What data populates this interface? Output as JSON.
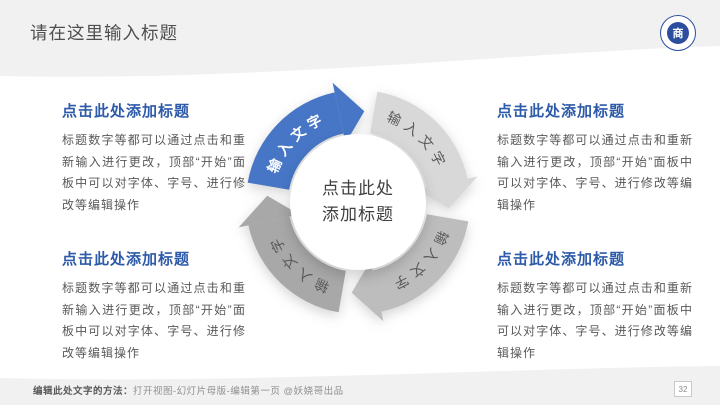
{
  "slide": {
    "title": "请在这里输入标题",
    "page_number": "32",
    "footer_bold": "编辑此处文字的方法：",
    "footer_text": "打开视图-幻灯片母版-编辑第一页 @妖娆哥出品",
    "logo_glyph": "商"
  },
  "diagram": {
    "center": {
      "line1": "点击此处",
      "line2": "添加标题"
    },
    "segments": [
      {
        "label": "输入文字",
        "color": "#4676c5",
        "label_color": "#ffffff",
        "position": "top-left",
        "bold": true
      },
      {
        "label": "输入文字",
        "color": "#d8d8d8",
        "label_color": "#595959",
        "position": "top-right",
        "bold": false
      },
      {
        "label": "输入文字",
        "color": "#bdbdbd",
        "label_color": "#595959",
        "position": "bottom-right",
        "bold": false
      },
      {
        "label": "输入文字",
        "color": "#a8a8a8",
        "label_color": "#595959",
        "position": "bottom-left",
        "bold": false
      }
    ]
  },
  "blocks": [
    {
      "heading": "点击此处添加标题",
      "body": "标题数字等都可以通过点击和重新输入进行更改，顶部“开始”面板中可以对字体、字号、进行修改等编辑操作"
    },
    {
      "heading": "点击此处添加标题",
      "body": "标题数字等都可以通过点击和重新输入进行更改，顶部“开始”面板中可以对字体、字号、进行修改等编辑操作"
    },
    {
      "heading": "点击此处添加标题",
      "body": "标题数字等都可以通过点击和重新输入进行更改，顶部“开始”面板中可以对字体、字号、进行修改等编辑操作"
    },
    {
      "heading": "点击此处添加标题",
      "body": "标题数字等都可以通过点击和重新输入进行更改，顶部“开始”面板中可以对字体、字号、进行修改等编辑操作"
    }
  ],
  "colors": {
    "accent_blue": "#4676c5",
    "heading_blue": "#2e5ba9",
    "body_text": "#595959",
    "band_gray": "#f1f1f2"
  }
}
